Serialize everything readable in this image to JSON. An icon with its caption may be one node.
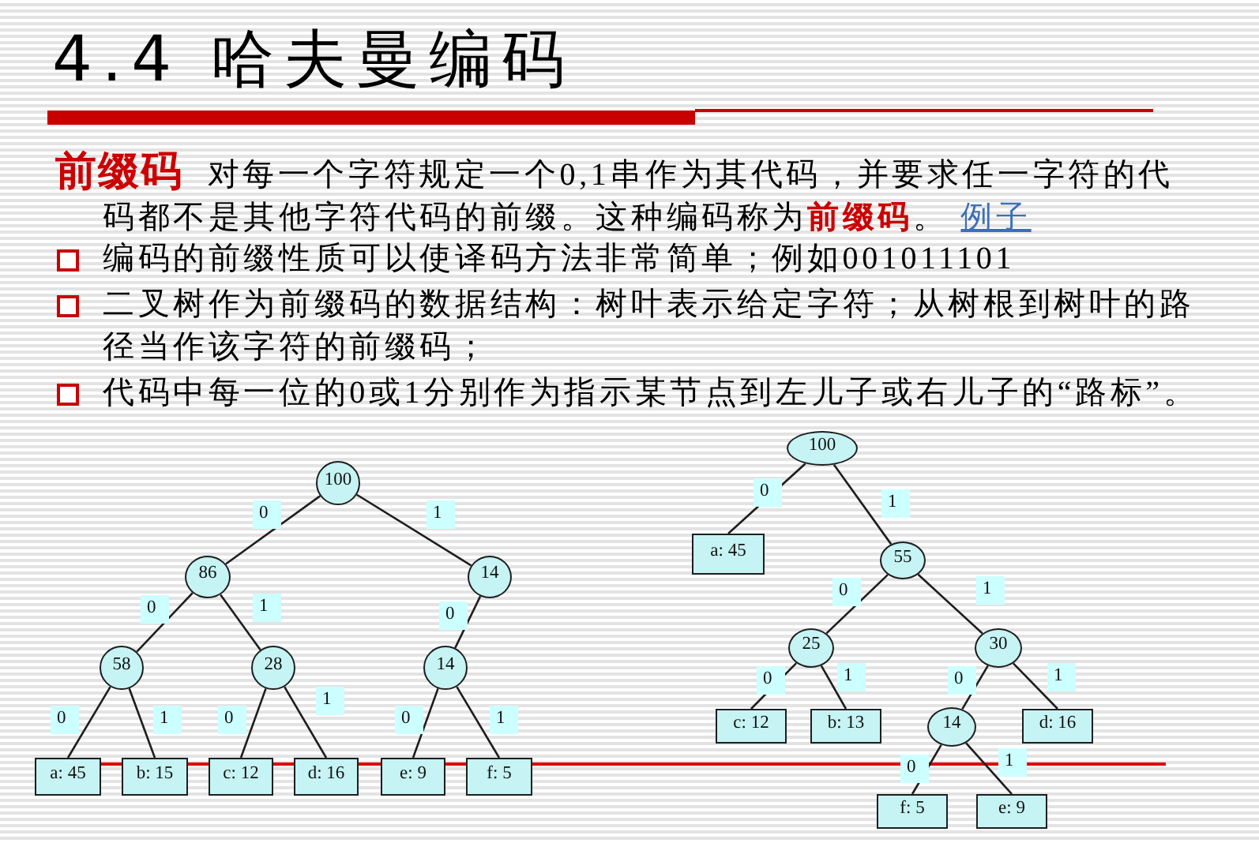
{
  "diagram": {
    "title": "4.4 哈夫曼编码",
    "nodes": [
      {
        "text": [
          "100"
        ]
      },
      {
        "text": [
          "86"
        ]
      },
      {
        "text": [
          "14"
        ]
      },
      {
        "text": [
          "58"
        ]
      },
      {
        "text": [
          "28"
        ]
      },
      {
        "text": [
          "14"
        ]
      },
      {
        "text": [
          "a: 45"
        ]
      },
      {
        "text": [
          "b: 15"
        ]
      },
      {
        "text": [
          "c: 12"
        ]
      },
      {
        "text": [
          "d: 16"
        ]
      },
      {
        "text": [
          "e: 9"
        ]
      },
      {
        "text": [
          "f: 5"
        ]
      },
      {
        "text": [
          "100"
        ]
      },
      {
        "text": [
          "a: 45"
        ]
      },
      {
        "text": [
          "55"
        ]
      },
      {
        "text": [
          "25"
        ]
      },
      {
        "text": [
          "30"
        ]
      },
      {
        "text": [
          "c: 12"
        ]
      },
      {
        "text": [
          "b: 13"
        ]
      },
      {
        "text": [
          "14"
        ]
      },
      {
        "text": [
          "d: 16"
        ]
      },
      {
        "text": [
          "f: 5"
        ]
      },
      {
        "text": [
          "e: 9"
        ]
      }
    ],
    "edges": [
      {
        "from": 0,
        "to": 1,
        "arrow": "none",
        "label": "0"
      },
      {
        "from": 0,
        "to": 2,
        "arrow": "none",
        "label": "1"
      },
      {
        "from": 1,
        "to": 3,
        "arrow": "none",
        "label": "0"
      },
      {
        "from": 1,
        "to": 4,
        "arrow": "none",
        "label": "1"
      },
      {
        "from": 2,
        "to": 5,
        "arrow": "none",
        "label": "0"
      },
      {
        "from": 3,
        "to": 6,
        "arrow": "none",
        "label": "0"
      },
      {
        "from": 3,
        "to": 7,
        "arrow": "none",
        "label": "1"
      },
      {
        "from": 4,
        "to": 8,
        "arrow": "none",
        "label": "0"
      },
      {
        "from": 4,
        "to": 9,
        "arrow": "none",
        "label": "1"
      },
      {
        "from": 5,
        "to": 10,
        "arrow": "none",
        "label": "0"
      },
      {
        "from": 5,
        "to": 11,
        "arrow": "none",
        "label": "1"
      },
      {
        "from": 12,
        "to": 13,
        "arrow": "none",
        "label": "0"
      },
      {
        "from": 12,
        "to": 14,
        "arrow": "none",
        "label": "1"
      },
      {
        "from": 14,
        "to": 15,
        "arrow": "none",
        "label": "0"
      },
      {
        "from": 14,
        "to": 16,
        "arrow": "none",
        "label": "1"
      },
      {
        "from": 15,
        "to": 17,
        "arrow": "none",
        "label": "0"
      },
      {
        "from": 15,
        "to": 18,
        "arrow": "none",
        "label": "1"
      },
      {
        "from": 16,
        "to": 19,
        "arrow": "none",
        "label": "0"
      },
      {
        "from": 16,
        "to": 20,
        "arrow": "none",
        "label": "1"
      },
      {
        "from": 19,
        "to": 21,
        "arrow": "none",
        "label": "0"
      },
      {
        "from": 19,
        "to": 22,
        "arrow": "none",
        "label": "1"
      }
    ],
    "labels": [
      "**前缀码** 对每一个字符规定一个0,1串作为其代码，并要求任一字符的代码都不是其他字符代码的前缀。这种编码称为**前缀码**。",
      "例子",
      "编码的前缀性质可以使译码方法非常简单；例如001011101",
      "二叉树作为前缀码的数据结构：树叶表示给定字符；从树根到树叶的路径当作该字符的前缀码；",
      "代码中每一位的0或1分别作为指示某节点到左儿子或右儿子的“路标”。"
    ]
  }
}
